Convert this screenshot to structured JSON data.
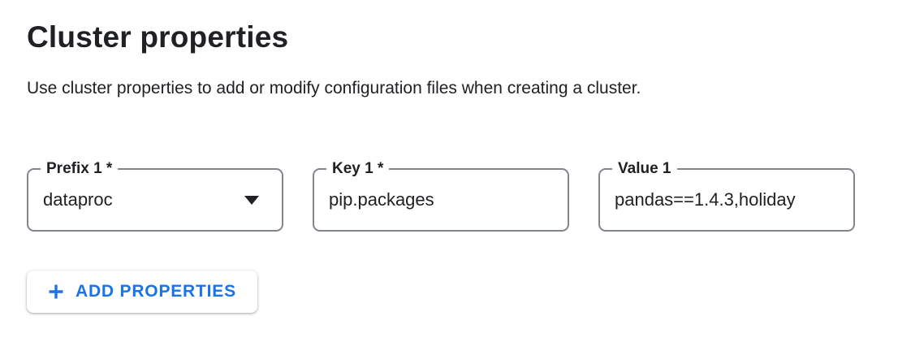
{
  "header": {
    "title": "Cluster properties",
    "description": "Use cluster properties to add or modify configuration files when creating a cluster."
  },
  "fields": [
    {
      "label": "Prefix 1 *",
      "value": "dataproc",
      "control": "select",
      "icon": "dropdown-arrow-icon"
    },
    {
      "label": "Key 1 *",
      "value": "pip.packages",
      "control": "text-input"
    },
    {
      "label": "Value 1",
      "value": "pandas==1.4.3,holiday",
      "control": "text-input"
    }
  ],
  "actions": {
    "add_properties_label": "ADD PROPERTIES",
    "add_properties_icon": "plus-icon"
  },
  "colors": {
    "accent_blue": "#1a73e8",
    "text_primary": "#202124",
    "field_border": "#80868b",
    "background": "#ffffff"
  }
}
